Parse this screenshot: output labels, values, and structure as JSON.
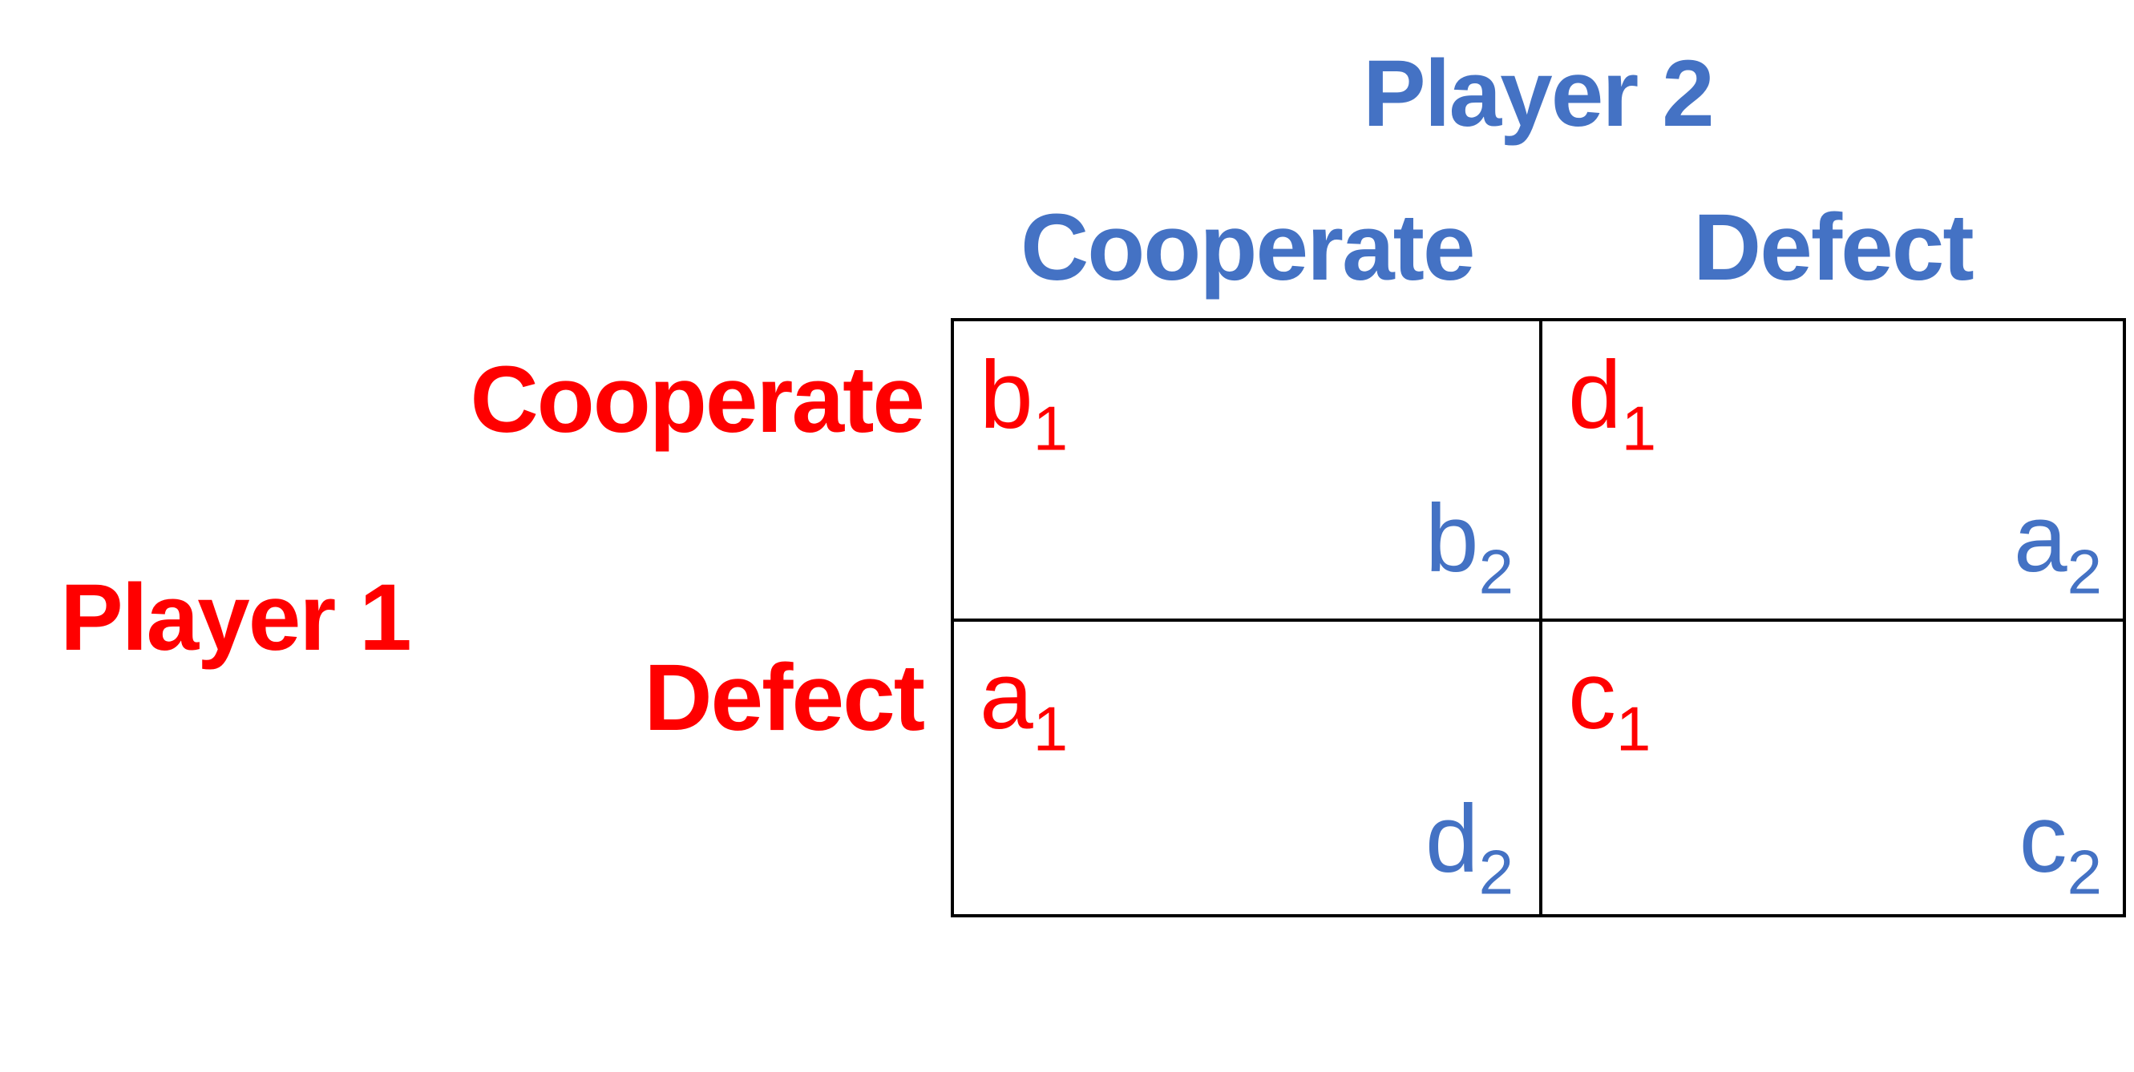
{
  "player2": {
    "title": "Player 2",
    "strategies": [
      "Cooperate",
      "Defect"
    ],
    "color": "#4472c4"
  },
  "player1": {
    "title": "Player 1",
    "strategies": [
      "Cooperate",
      "Defect"
    ],
    "color": "#ff0000"
  },
  "payoffs": [
    [
      {
        "p1_base": "b",
        "p1_sub": "1",
        "p2_base": "b",
        "p2_sub": "2"
      },
      {
        "p1_base": "d",
        "p1_sub": "1",
        "p2_base": "a",
        "p2_sub": "2"
      }
    ],
    [
      {
        "p1_base": "a",
        "p1_sub": "1",
        "p2_base": "d",
        "p2_sub": "2"
      },
      {
        "p1_base": "c",
        "p1_sub": "1",
        "p2_base": "c",
        "p2_sub": "2"
      }
    ]
  ]
}
